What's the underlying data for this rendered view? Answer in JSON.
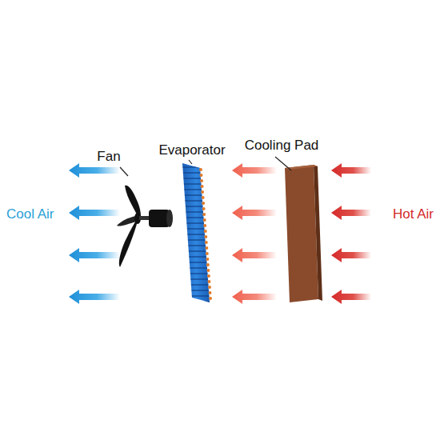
{
  "diagram": {
    "labels": [
      "Fan",
      "Evaporator",
      "Cooling Pad",
      "Cool Air",
      "Hot Air"
    ]
  }
}
